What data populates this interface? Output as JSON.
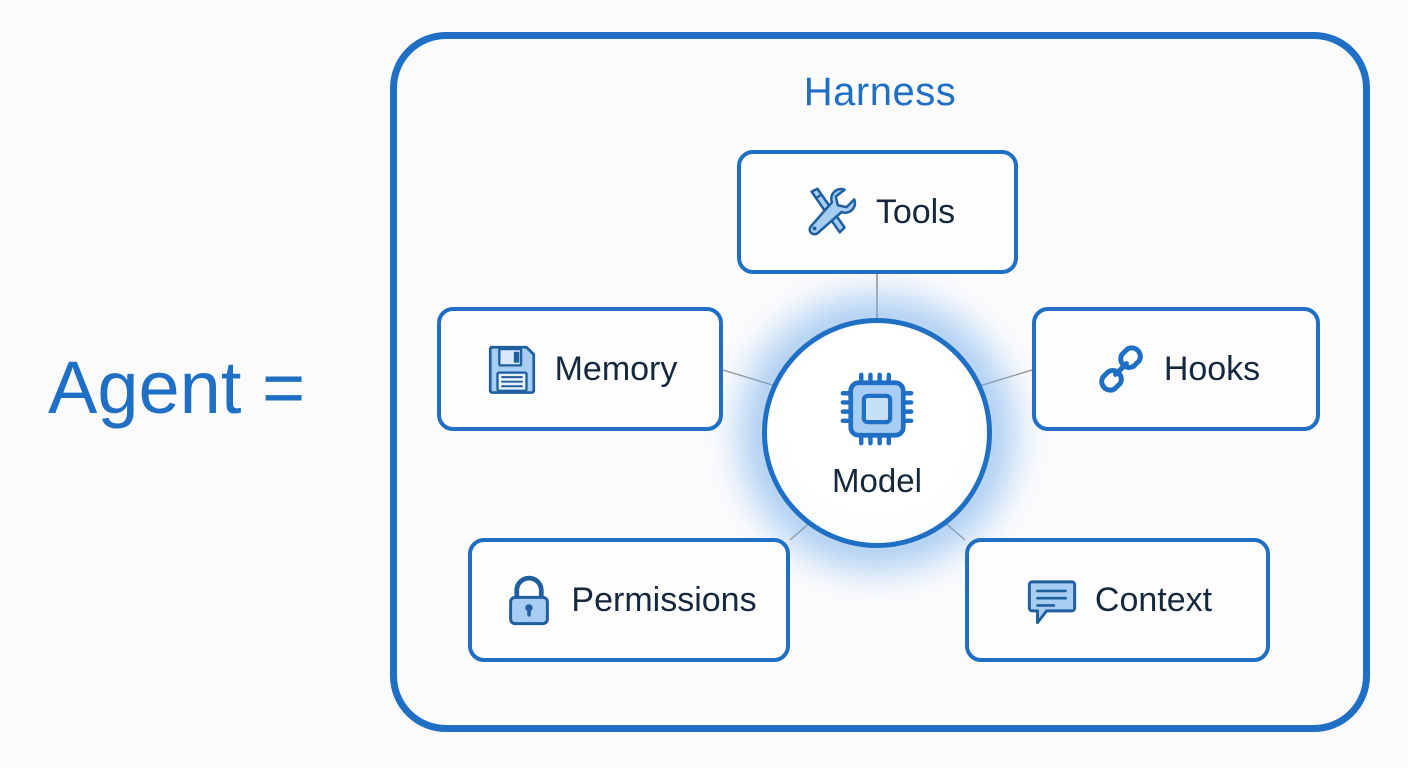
{
  "background_color": "#fbfbfc",
  "accent_color": "#1f6fc4",
  "icon_fill_color": "#a8cdf2",
  "label_color": "#16283d",
  "connector_color": "#8a8a8a",
  "equation": {
    "left_term": "Agent ="
  },
  "harness": {
    "title": "Harness",
    "center": {
      "label": "Model",
      "icon": "cpu-chip-icon"
    },
    "components": [
      {
        "id": "tools",
        "label": "Tools",
        "icon": "hammer-and-wrench-icon"
      },
      {
        "id": "memory",
        "label": "Memory",
        "icon": "floppy-disk-icon"
      },
      {
        "id": "hooks",
        "label": "Hooks",
        "icon": "chain-link-icon"
      },
      {
        "id": "permissions",
        "label": "Permissions",
        "icon": "padlock-icon"
      },
      {
        "id": "context",
        "label": "Context",
        "icon": "speech-bubble-icon"
      }
    ]
  }
}
